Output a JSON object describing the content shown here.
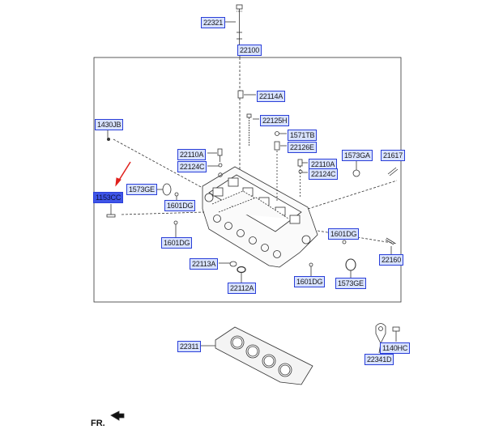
{
  "parts": [
    {
      "id": "p22321",
      "number": "22321"
    },
    {
      "id": "p22100",
      "number": "22100"
    },
    {
      "id": "p22114A",
      "number": "22114A"
    },
    {
      "id": "p1430JB",
      "number": "1430JB"
    },
    {
      "id": "p22125H",
      "number": "22125H"
    },
    {
      "id": "p1571TB",
      "number": "1571TB"
    },
    {
      "id": "p22126E",
      "number": "22126E"
    },
    {
      "id": "p22110A_l",
      "number": "22110A"
    },
    {
      "id": "p22124C_l",
      "number": "22124C"
    },
    {
      "id": "p1573GA",
      "number": "1573GA"
    },
    {
      "id": "p21617",
      "number": "21617"
    },
    {
      "id": "p22110A_r",
      "number": "22110A"
    },
    {
      "id": "p22124C_r",
      "number": "22124C"
    },
    {
      "id": "p1573GE_l",
      "number": "1573GE"
    },
    {
      "id": "p1153CC",
      "number": "1153CC",
      "highlighted": true
    },
    {
      "id": "p1601DG_a",
      "number": "1601DG"
    },
    {
      "id": "p1601DG_b",
      "number": "1601DG"
    },
    {
      "id": "p1601DG_c",
      "number": "1601DG"
    },
    {
      "id": "p22160",
      "number": "22160"
    },
    {
      "id": "p22113A",
      "number": "22113A"
    },
    {
      "id": "p22112A",
      "number": "22112A"
    },
    {
      "id": "p1601DG_d",
      "number": "1601DG"
    },
    {
      "id": "p1573GE_r",
      "number": "1573GE"
    },
    {
      "id": "p22311",
      "number": "22311"
    },
    {
      "id": "p1140HC",
      "number": "1140HC"
    },
    {
      "id": "p22341D",
      "number": "22341D"
    }
  ],
  "orientation_label": "FR.",
  "colors": {
    "label_fill": "#d8e2ff",
    "label_border": "#2a3fd8",
    "highlight_fill": "#3f55e8",
    "pointer_arrow": "#e0201c",
    "line": "#333333"
  }
}
